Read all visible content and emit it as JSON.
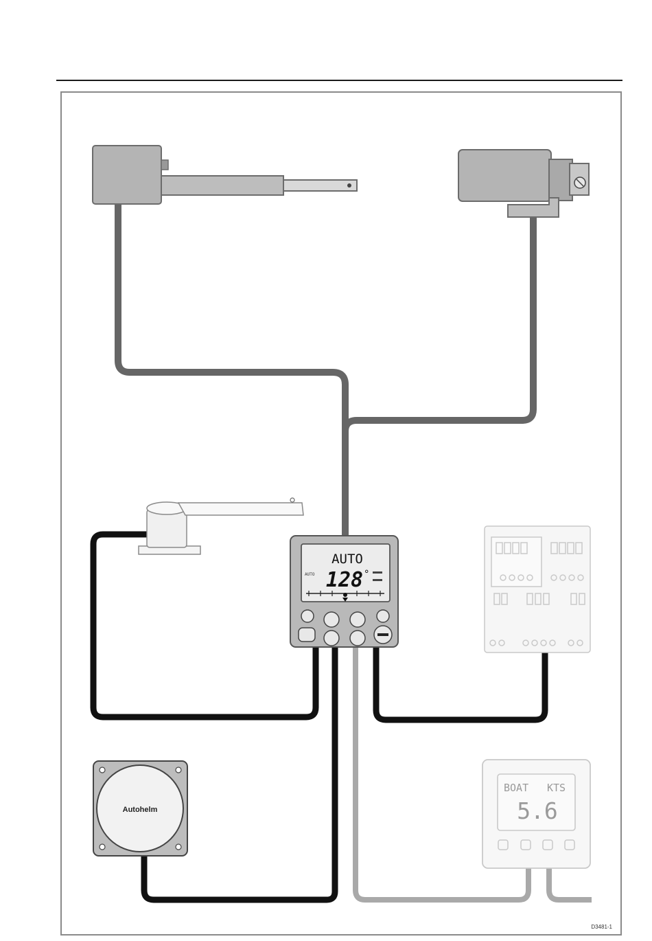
{
  "figure_code": "D3481-1",
  "control_unit": {
    "mode": "AUTO",
    "heading": "128",
    "degree_mark": "°",
    "left_indicator": "AUTO"
  },
  "compass": {
    "brand": "Autohelm"
  },
  "speed_instrument": {
    "label_left": "BOAT",
    "label_right": "KTS",
    "value": "5.6"
  },
  "colors": {
    "grey_cable": "#6e6e6e",
    "black_cable": "#111111",
    "light_cable": "#a9a9a9",
    "device_grey": "#b4b4b4",
    "faint_outline": "#cfcfcf"
  }
}
